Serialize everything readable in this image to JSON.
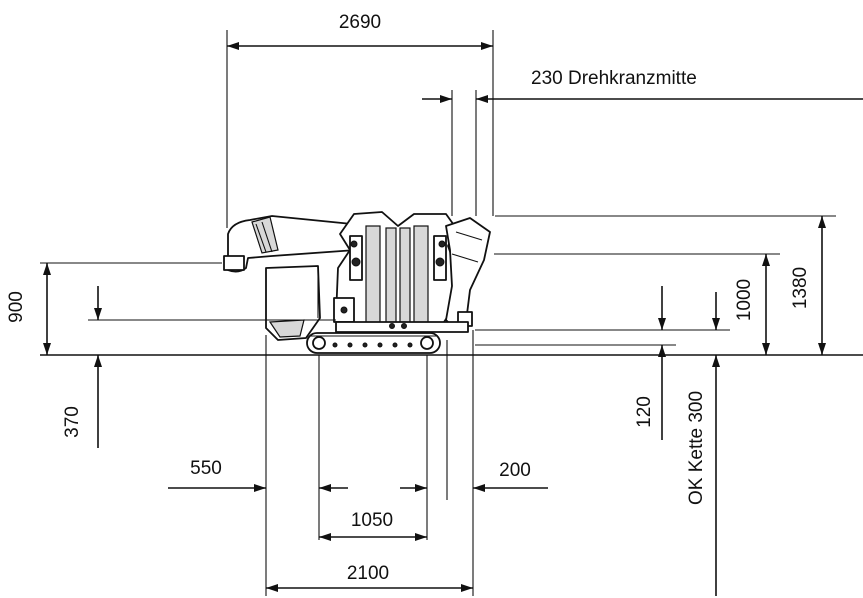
{
  "dimensions": {
    "overall_length": "2690",
    "slew_center": "230 Drehkranzmitte",
    "height_900": "900",
    "height_370": "370",
    "height_1000": "1000",
    "height_1380": "1380",
    "height_120": "120",
    "track_top": "OK Kette 300",
    "rear_550": "550",
    "offset_200": "200",
    "track_1050": "1050",
    "width_2100": "2100"
  },
  "colors": {
    "line": "#111111",
    "background": "#ffffff"
  }
}
